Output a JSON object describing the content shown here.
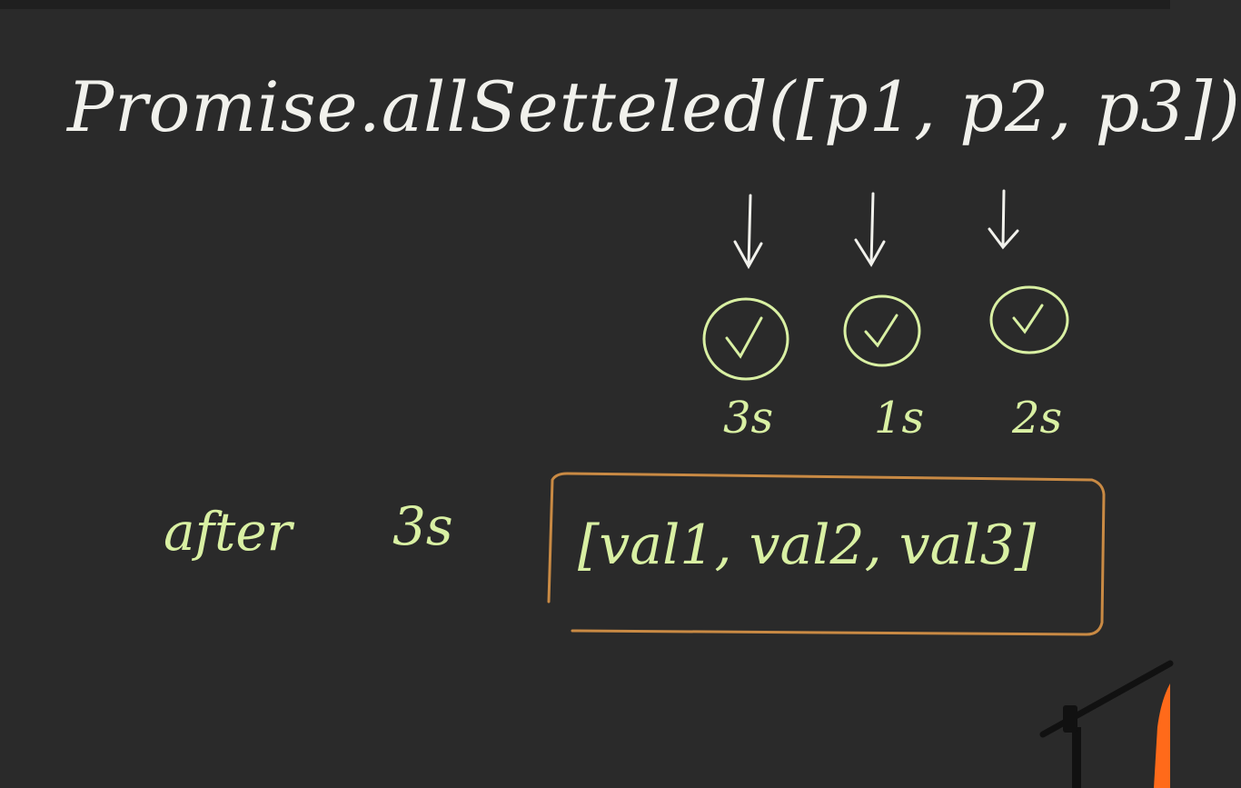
{
  "title": "Promise.allSetteled([p1, p2, p3])",
  "promises": [
    {
      "status_icon": "check-circle-icon",
      "time": "3s"
    },
    {
      "status_icon": "check-circle-icon",
      "time": "1s"
    },
    {
      "status_icon": "check-circle-icon",
      "time": "2s"
    }
  ],
  "after": {
    "label": "after",
    "time": "3s"
  },
  "result": "[val1, val2, val3]",
  "colors": {
    "background": "#2a2a2a",
    "white_ink": "#f1f1ec",
    "green_ink": "#d9f0a3",
    "box_stroke": "#c98a44",
    "orange_corner": "#ff6a1a"
  }
}
